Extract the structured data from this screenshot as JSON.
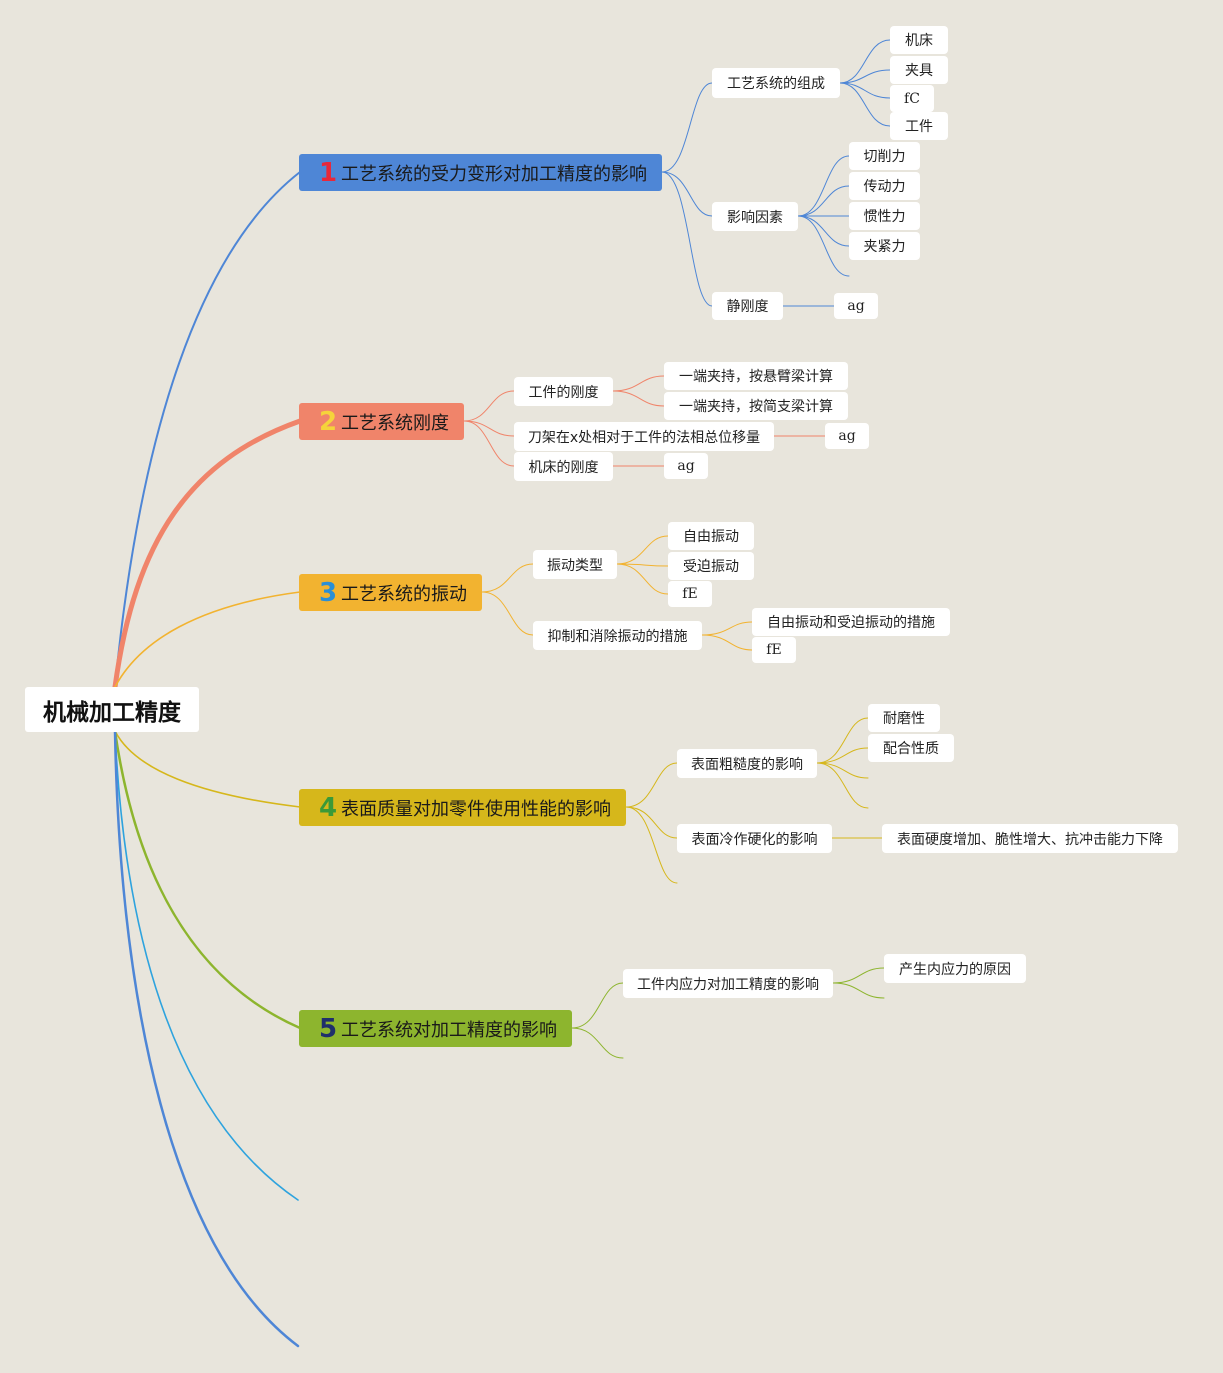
{
  "root": {
    "label": "机械加工精度"
  },
  "colors": {
    "blue": "#4e86d6",
    "orange": "#f0846a",
    "yellow": "#f2b330",
    "olive": "#d6b71b",
    "green": "#8db52e",
    "cyan": "#2ea3de"
  },
  "topics": [
    {
      "number": "1",
      "label": "工艺系统的受力变形对加工精度的影响",
      "children": [
        {
          "label": "工艺系统的组成",
          "children": [
            "机床",
            "夹具",
            "fC",
            "工件"
          ]
        },
        {
          "label": "影响因素",
          "children": [
            "切削力",
            "传动力",
            "惯性力",
            "夹紧力"
          ]
        },
        {
          "label": "静刚度",
          "children": [
            "ag"
          ]
        }
      ]
    },
    {
      "number": "2",
      "label": "工艺系统刚度",
      "children": [
        {
          "label": "工件的刚度",
          "children": [
            "一端夹持，按悬臂梁计算",
            "一端夹持，按简支梁计算"
          ]
        },
        {
          "label": "刀架在x处相对于工件的法相总位移量",
          "children": [
            "ag"
          ]
        },
        {
          "label": "机床的刚度",
          "children": [
            "ag"
          ]
        }
      ]
    },
    {
      "number": "3",
      "label": "工艺系统的振动",
      "children": [
        {
          "label": "振动类型",
          "children": [
            "自由振动",
            "受迫振动",
            "fE"
          ]
        },
        {
          "label": "抑制和消除振动的措施",
          "children": [
            "自由振动和受迫振动的措施",
            "fE"
          ]
        }
      ]
    },
    {
      "number": "4",
      "label": "表面质量对加零件使用性能的影响",
      "children": [
        {
          "label": "表面粗糙度的影响",
          "children": [
            "耐磨性",
            "配合性质"
          ]
        },
        {
          "label": "表面冷作硬化的影响",
          "children": [
            "表面硬度增加、脆性增大、抗冲击能力下降"
          ]
        }
      ]
    },
    {
      "number": "5",
      "label": "工艺系统对加工精度的影响",
      "children": [
        {
          "label": "工件内应力对加工精度的影响",
          "children": [
            "产生内应力的原因"
          ]
        }
      ]
    }
  ]
}
